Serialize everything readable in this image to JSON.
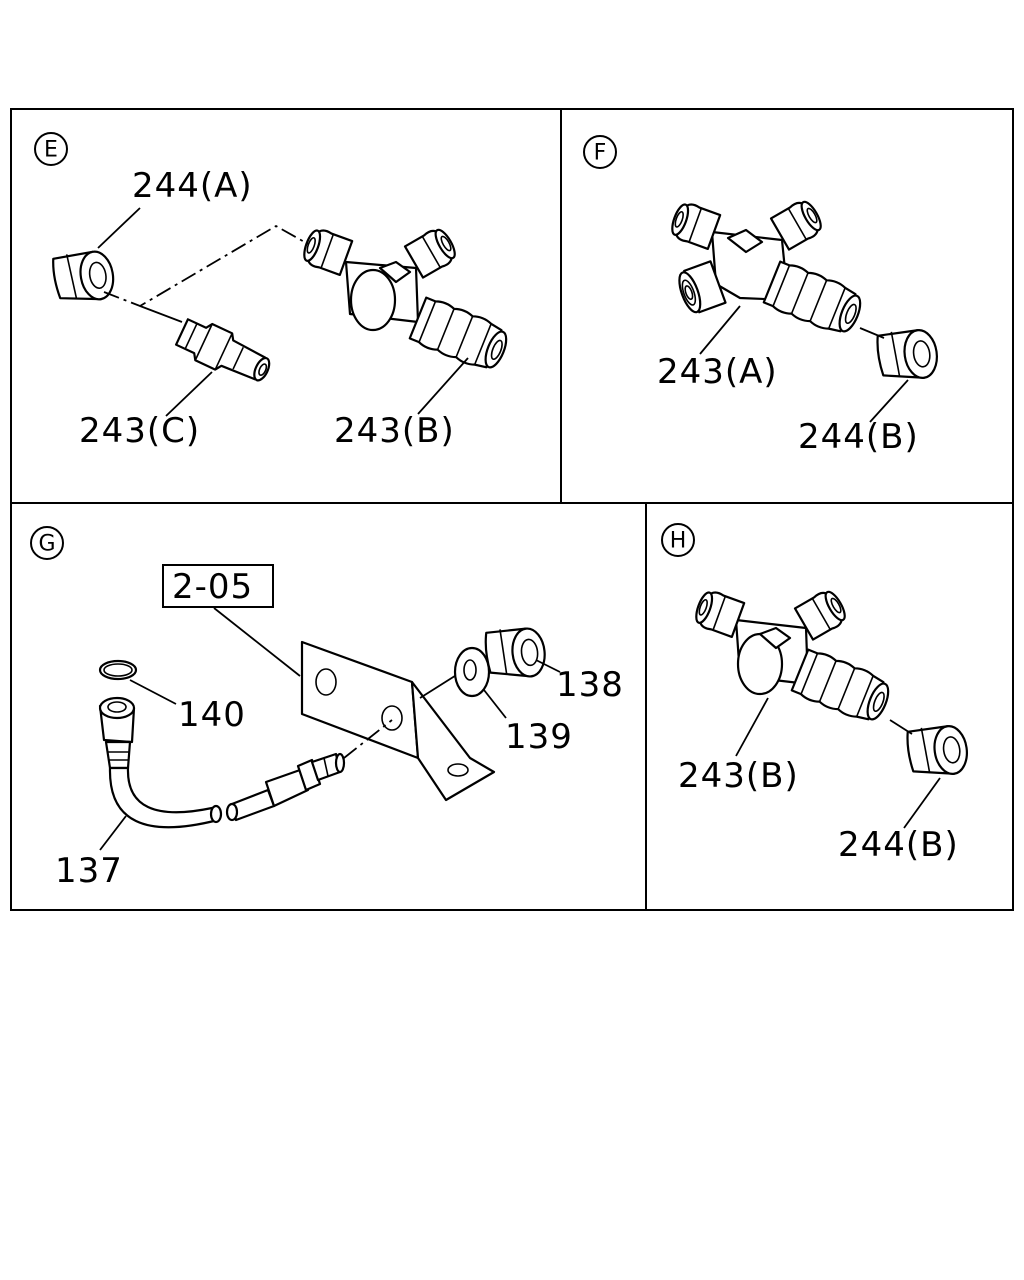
{
  "panels": {
    "E": {
      "marker": "E",
      "labels": {
        "nut_a": "244(A)",
        "conn_c": "243(C)",
        "tee_b": "243(B)"
      }
    },
    "F": {
      "marker": "F",
      "labels": {
        "cross_a": "243(A)",
        "nut_b": "244(B)"
      }
    },
    "G": {
      "marker": "G",
      "labels": {
        "ref_box": "2-05",
        "ring": "140",
        "hose": "137",
        "nut": "138",
        "washer": "139"
      }
    },
    "H": {
      "marker": "H",
      "labels": {
        "tee_b": "243(B)",
        "nut_b": "244(B)"
      }
    }
  },
  "colors": {
    "ink": "#000000",
    "paper": "#ffffff"
  }
}
